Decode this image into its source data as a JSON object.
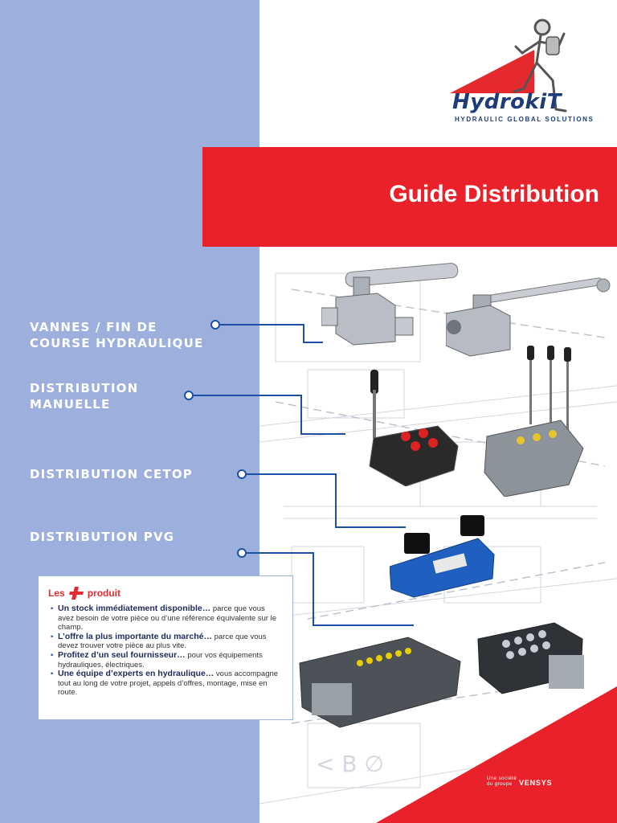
{
  "brand": {
    "name": "HydrokiT",
    "tagline": "HYDRAULIC GLOBAL SOLUTIONS"
  },
  "banner": {
    "title": "Guide Distribution"
  },
  "categories": [
    {
      "line1": "VANNES / FIN DE",
      "line2": "COURSE HYDRAULIQUE"
    },
    {
      "line1": "DISTRIBUTION",
      "line2": "MANUELLE"
    },
    {
      "line1": "DISTRIBUTION CETOP",
      "line2": ""
    },
    {
      "line1": "DISTRIBUTION PVG",
      "line2": ""
    }
  ],
  "info": {
    "heading_les": "Les",
    "heading_produit": "produit",
    "items": [
      {
        "bold": "Un stock immédiatement disponible…",
        "text": " parce que vous avez besoin de votre pièce ou d’une référence équivalente sur le champ."
      },
      {
        "bold": "L’offre la plus importante du marché…",
        "text": " parce que vous devez trouver votre pièce au plus vite."
      },
      {
        "bold": "Profitez d’un seul fournisseur…",
        "text": " pour vos équipements hydrauliques, électriques."
      },
      {
        "bold": "Une équipe d’experts en hydraulique…",
        "text": " vous accompagne tout au long de votre projet, appels d’offres, montage, mise en route."
      }
    ]
  },
  "footer": {
    "line1": "Une société",
    "line2": "du groupe",
    "group": "VENSYS"
  },
  "colors": {
    "panel": "#9db0dd",
    "red": "#e8212a",
    "navy": "#1e3c7a",
    "connector": "#1d4fa4"
  }
}
